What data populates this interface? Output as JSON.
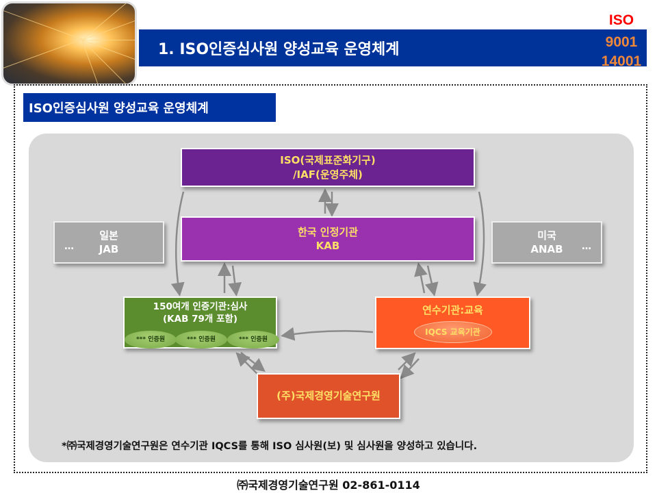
{
  "header": {
    "title": "1. ISO인증심사원 양성교육 운영체계",
    "standards": [
      "ISO",
      "9001",
      "14001"
    ]
  },
  "subtitle": "ISO인증심사원 양성교육 운영체계",
  "diagram": {
    "iso": {
      "line1": "ISO(국제표준화기구)",
      "line2": "/IAF(운영주체)"
    },
    "kab": {
      "line1": "한국 인정기관",
      "line2": "KAB"
    },
    "japan": {
      "line1": "일본",
      "line2": "JAB",
      "dots": "…"
    },
    "usa": {
      "line1": "미국",
      "line2": "ANAB",
      "dots": "…"
    },
    "cert": {
      "line1": "150여개 인증기관:심사",
      "line2": "(KAB 79개 포함)",
      "members": [
        "*** 인증원",
        "*** 인증원",
        "*** 인증원"
      ],
      "dots": "…"
    },
    "training": {
      "title": "연수기관:교육",
      "sub": "IQCS 교육기관"
    },
    "institute": {
      "label": "(주)국제경영기술연구원"
    }
  },
  "note": "*㈜국제경영기술연구원은 연수기관 IQCS를 통해 ISO 심사원(보) 및 심사원을 양성하고 있습니다.",
  "footer": "㈜국제경영기술연구원 02-861-0114",
  "colors": {
    "banner": "#003399",
    "iso_red": "#ff0000",
    "iso_orange": "#f0883a"
  }
}
